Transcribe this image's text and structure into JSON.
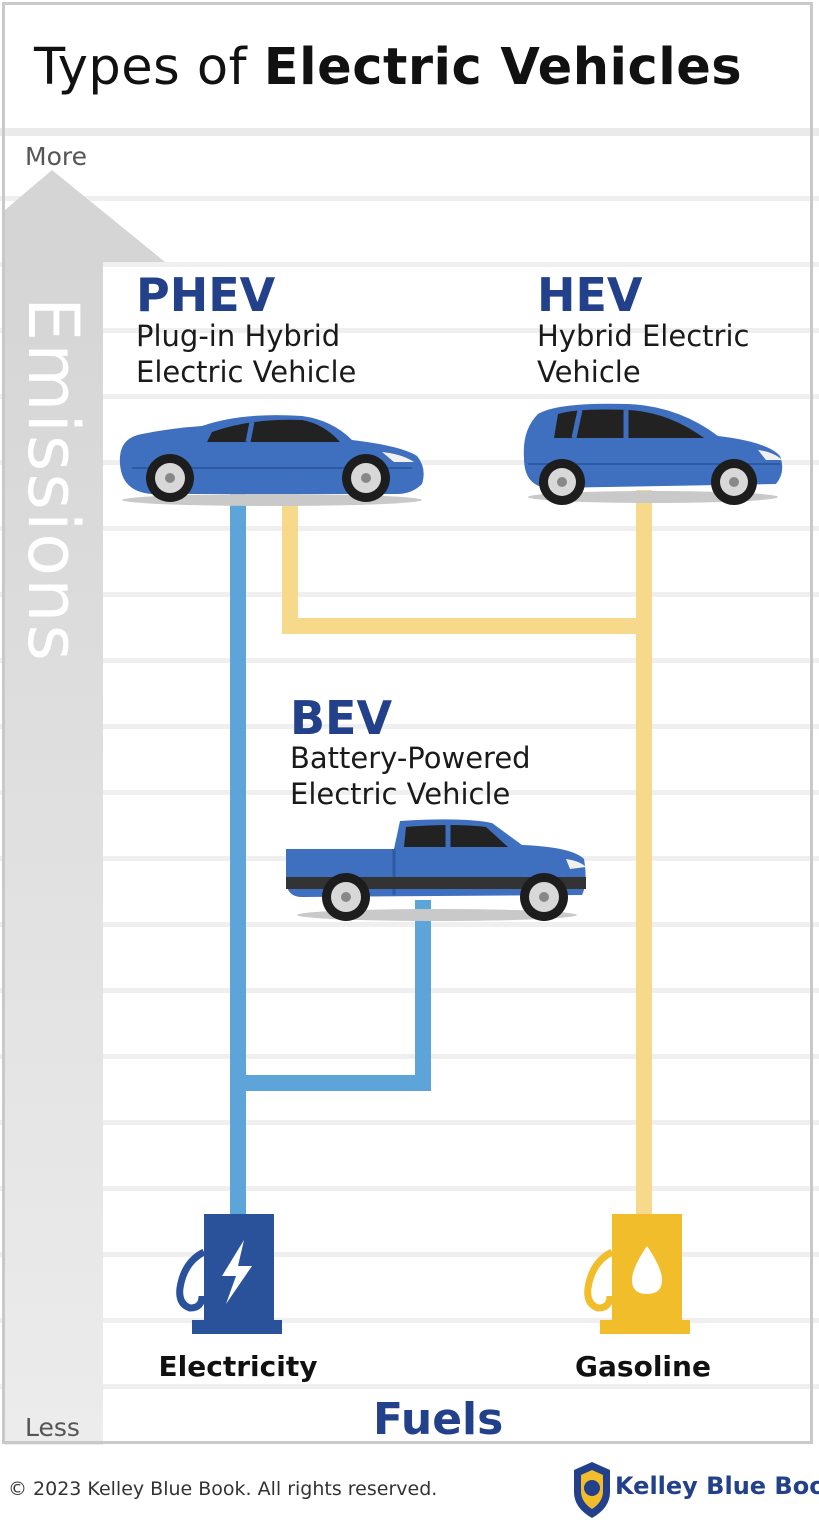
{
  "title": {
    "prefix": "Types of ",
    "bold": "Electric Vehicles"
  },
  "axis": {
    "y_label": "Emissions",
    "y_top": "More",
    "y_bottom": "Less",
    "x_label": "Fuels"
  },
  "vehicles": [
    {
      "id": "phev",
      "abbr": "PHEV",
      "name": "Plug-in Hybrid\nElectric Vehicle",
      "body": "coupe"
    },
    {
      "id": "hev",
      "abbr": "HEV",
      "name": "Hybrid Electric\nVehicle",
      "body": "hatchback"
    },
    {
      "id": "bev",
      "abbr": "BEV",
      "name": "Battery-Powered\nElectric Vehicle",
      "body": "pickup"
    }
  ],
  "fuels": [
    {
      "id": "electricity",
      "label": "Electricity",
      "icon": "lightning-bolt-icon"
    },
    {
      "id": "gasoline",
      "label": "Gasoline",
      "icon": "fuel-drop-icon"
    }
  ],
  "connections": [
    {
      "from": "electricity",
      "to": "phev"
    },
    {
      "from": "electricity",
      "to": "bev"
    },
    {
      "from": "gasoline",
      "to": "phev"
    },
    {
      "from": "gasoline",
      "to": "hev"
    }
  ],
  "footer": {
    "copyright": "© 2023 Kelley Blue Book. All rights reserved.",
    "brand": "Kelley Blue Book"
  },
  "colors": {
    "brand_blue": "#22418a",
    "car_blue": "#3f6fbf",
    "electric_line": "#5da4d9",
    "gas_line": "#f6d98a",
    "gas_pump": "#f2bd2a",
    "electric_pump": "#2a529b",
    "axis_gray": "#d5d5d5"
  }
}
